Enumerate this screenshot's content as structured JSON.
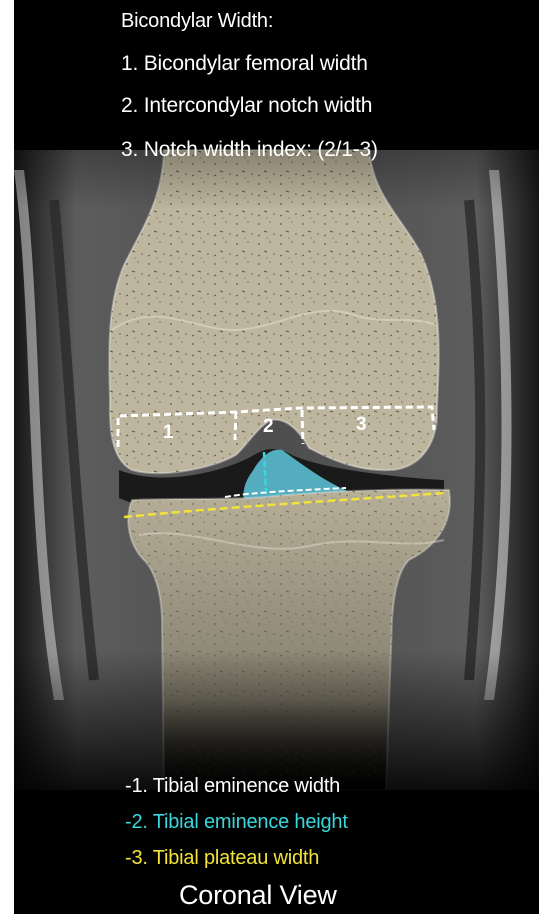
{
  "header": {
    "title": "Bicondylar Width:",
    "items": [
      "1. Bicondylar femoral width",
      "2. Intercondylar notch width",
      "3. Notch width index: (2/1-3)"
    ]
  },
  "markers": [
    "1",
    "2",
    "3"
  ],
  "legend": {
    "items": [
      {
        "text": "-1. Tibial eminence width",
        "color": "#ffffff"
      },
      {
        "text": "-2. Tibial eminence height",
        "color": "#38d7dd"
      },
      {
        "text": "-3. Tibial plateau width",
        "color": "#f2e23a"
      }
    ]
  },
  "caption": "Coronal View",
  "colors": {
    "background": "#000000",
    "bone": "#bcb49c",
    "eminence": "#5fc8dc",
    "measure_white": "#ffffff",
    "measure_cyan": "#38d7dd",
    "measure_yellow": "#f2e23a"
  }
}
